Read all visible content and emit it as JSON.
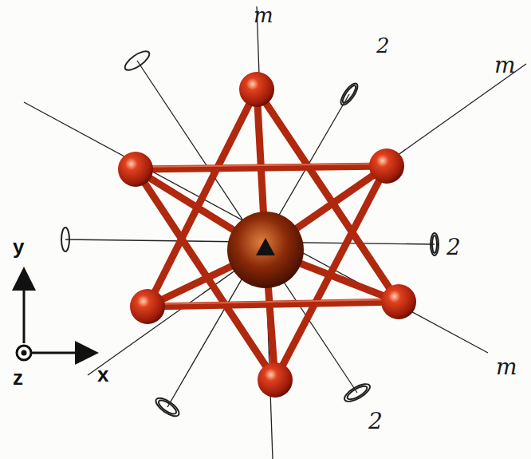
{
  "diagram": {
    "labels": [
      "m",
      "2",
      "m",
      "2",
      "m",
      "2",
      "y",
      "z",
      "x"
    ]
  }
}
